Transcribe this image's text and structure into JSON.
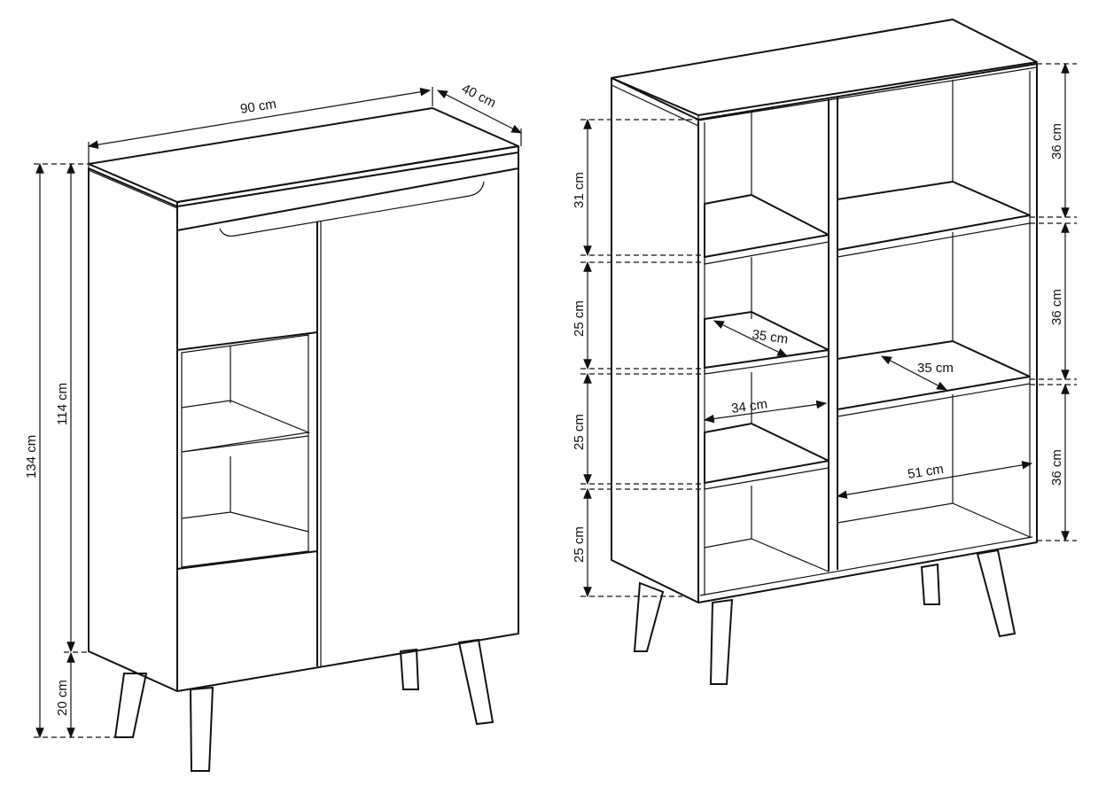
{
  "left_cabinet": {
    "width": "90 cm",
    "depth": "40 cm",
    "total_height": "134 cm",
    "body_height": "114 cm",
    "leg_height": "20 cm"
  },
  "right_shelf": {
    "left_heights": [
      "31 cm",
      "25 cm",
      "25 cm",
      "25 cm"
    ],
    "right_heights": [
      "36 cm",
      "36 cm",
      "36 cm"
    ],
    "depth_left": "35 cm",
    "depth_right": "35 cm",
    "inner_width_left": "34 cm",
    "inner_width_right": "51 cm"
  }
}
